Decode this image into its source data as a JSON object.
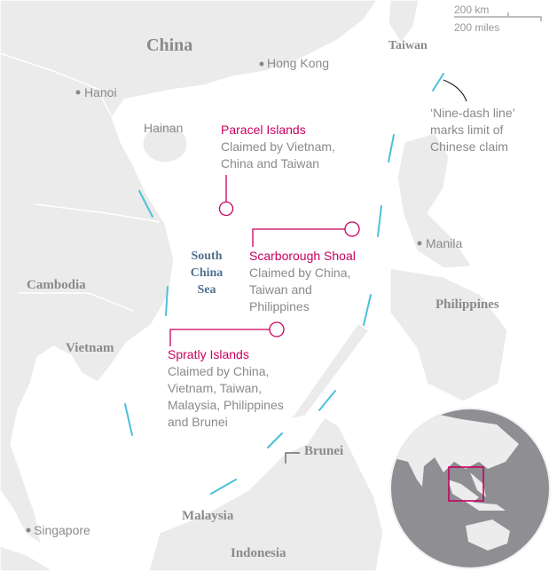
{
  "colors": {
    "land": "#ebebeb",
    "sea": "#ffffff",
    "accent": "#c8005f",
    "dash": "#4bc0d9",
    "sea_label": "#4f7190",
    "globe_ocean": "#8e8e93"
  },
  "scale": {
    "km": "200 km",
    "miles": "200 miles"
  },
  "countries": {
    "china": "China",
    "taiwan": "Taiwan",
    "cambodia": "Cambodia",
    "vietnam": "Vietnam",
    "philippines": "Philippines",
    "brunei": "Brunei",
    "malaysia": "Malaysia",
    "indonesia": "Indonesia"
  },
  "cities": {
    "hong_kong": "Hong Kong",
    "hanoi": "Hanoi",
    "manila": "Manila",
    "singapore": "Singapore"
  },
  "places": {
    "hainan": "Hainan"
  },
  "sea": {
    "line1": "South",
    "line2": "China",
    "line3": "Sea"
  },
  "annotations": {
    "paracel": {
      "title": "Paracel Islands",
      "lines": [
        "Claimed by Vietnam,",
        "China and Taiwan"
      ]
    },
    "scarborough": {
      "title": "Scarborough Shoal",
      "lines": [
        "Claimed by China,",
        "Taiwan and",
        "Philippines"
      ]
    },
    "spratly": {
      "title": "Spratly Islands",
      "lines": [
        "Claimed by China,",
        "Vietnam, Taiwan,",
        "Malaysia, Philippines",
        "and Brunei"
      ]
    },
    "nine_dash": {
      "lines": [
        "‘Nine-dash line’",
        "marks limit of",
        "Chinese claim"
      ]
    }
  }
}
